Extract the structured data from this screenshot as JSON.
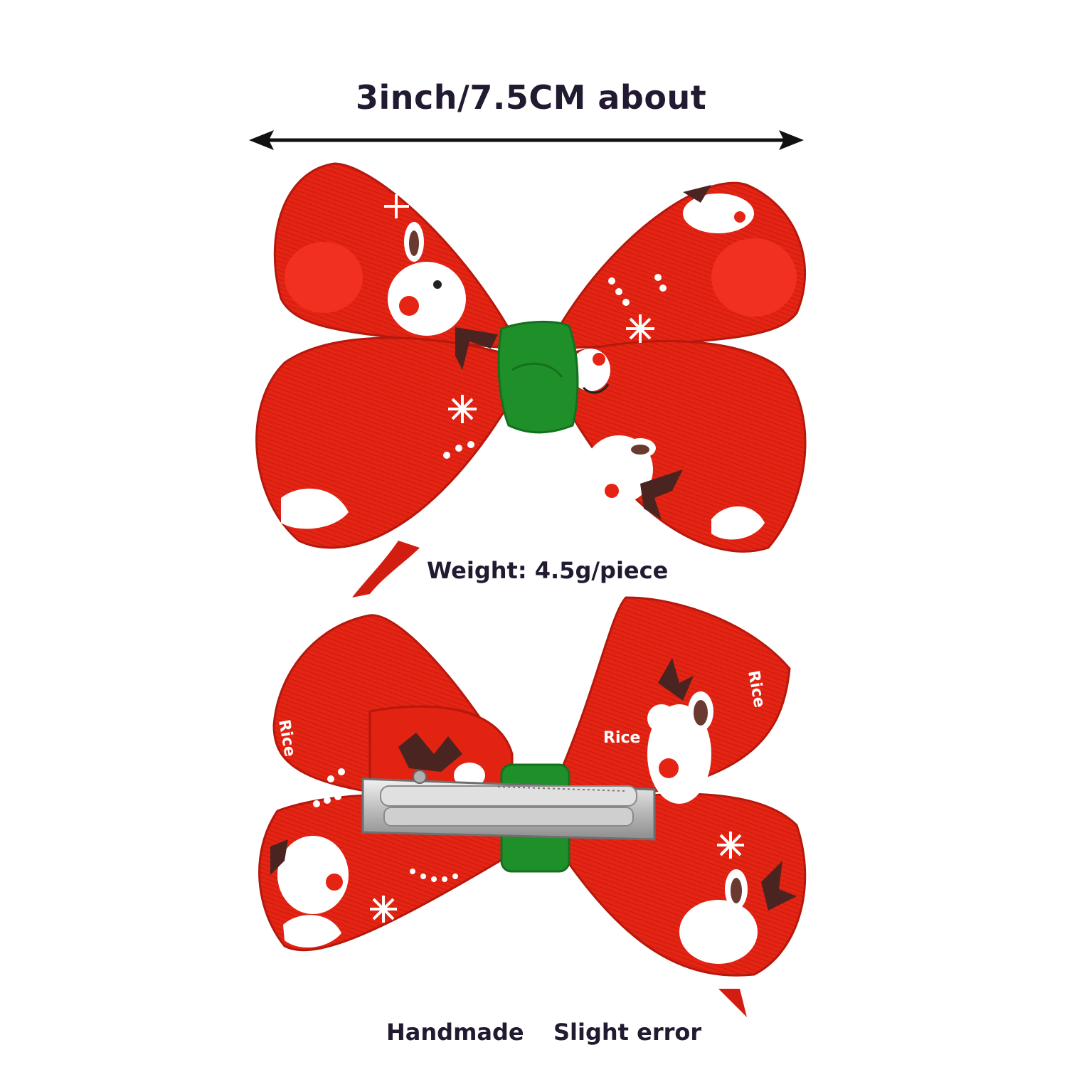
{
  "size_label": "3inch/7.5CM about",
  "weight_label": "Weight: 4.5g/piece",
  "handmade_label": "Handmade",
  "error_label": "Slight error",
  "watermarks": [
    "Rice",
    "Rice",
    "Rice"
  ],
  "colors": {
    "ribbon_red": "#e52414",
    "ribbon_dark": "#c01a0e",
    "knot_green": "#1f8f2a",
    "reindeer_white": "#ffffff",
    "antler_brown": "#4a2420",
    "clip_silver": "#c9c9c9",
    "text": "#221a30"
  }
}
